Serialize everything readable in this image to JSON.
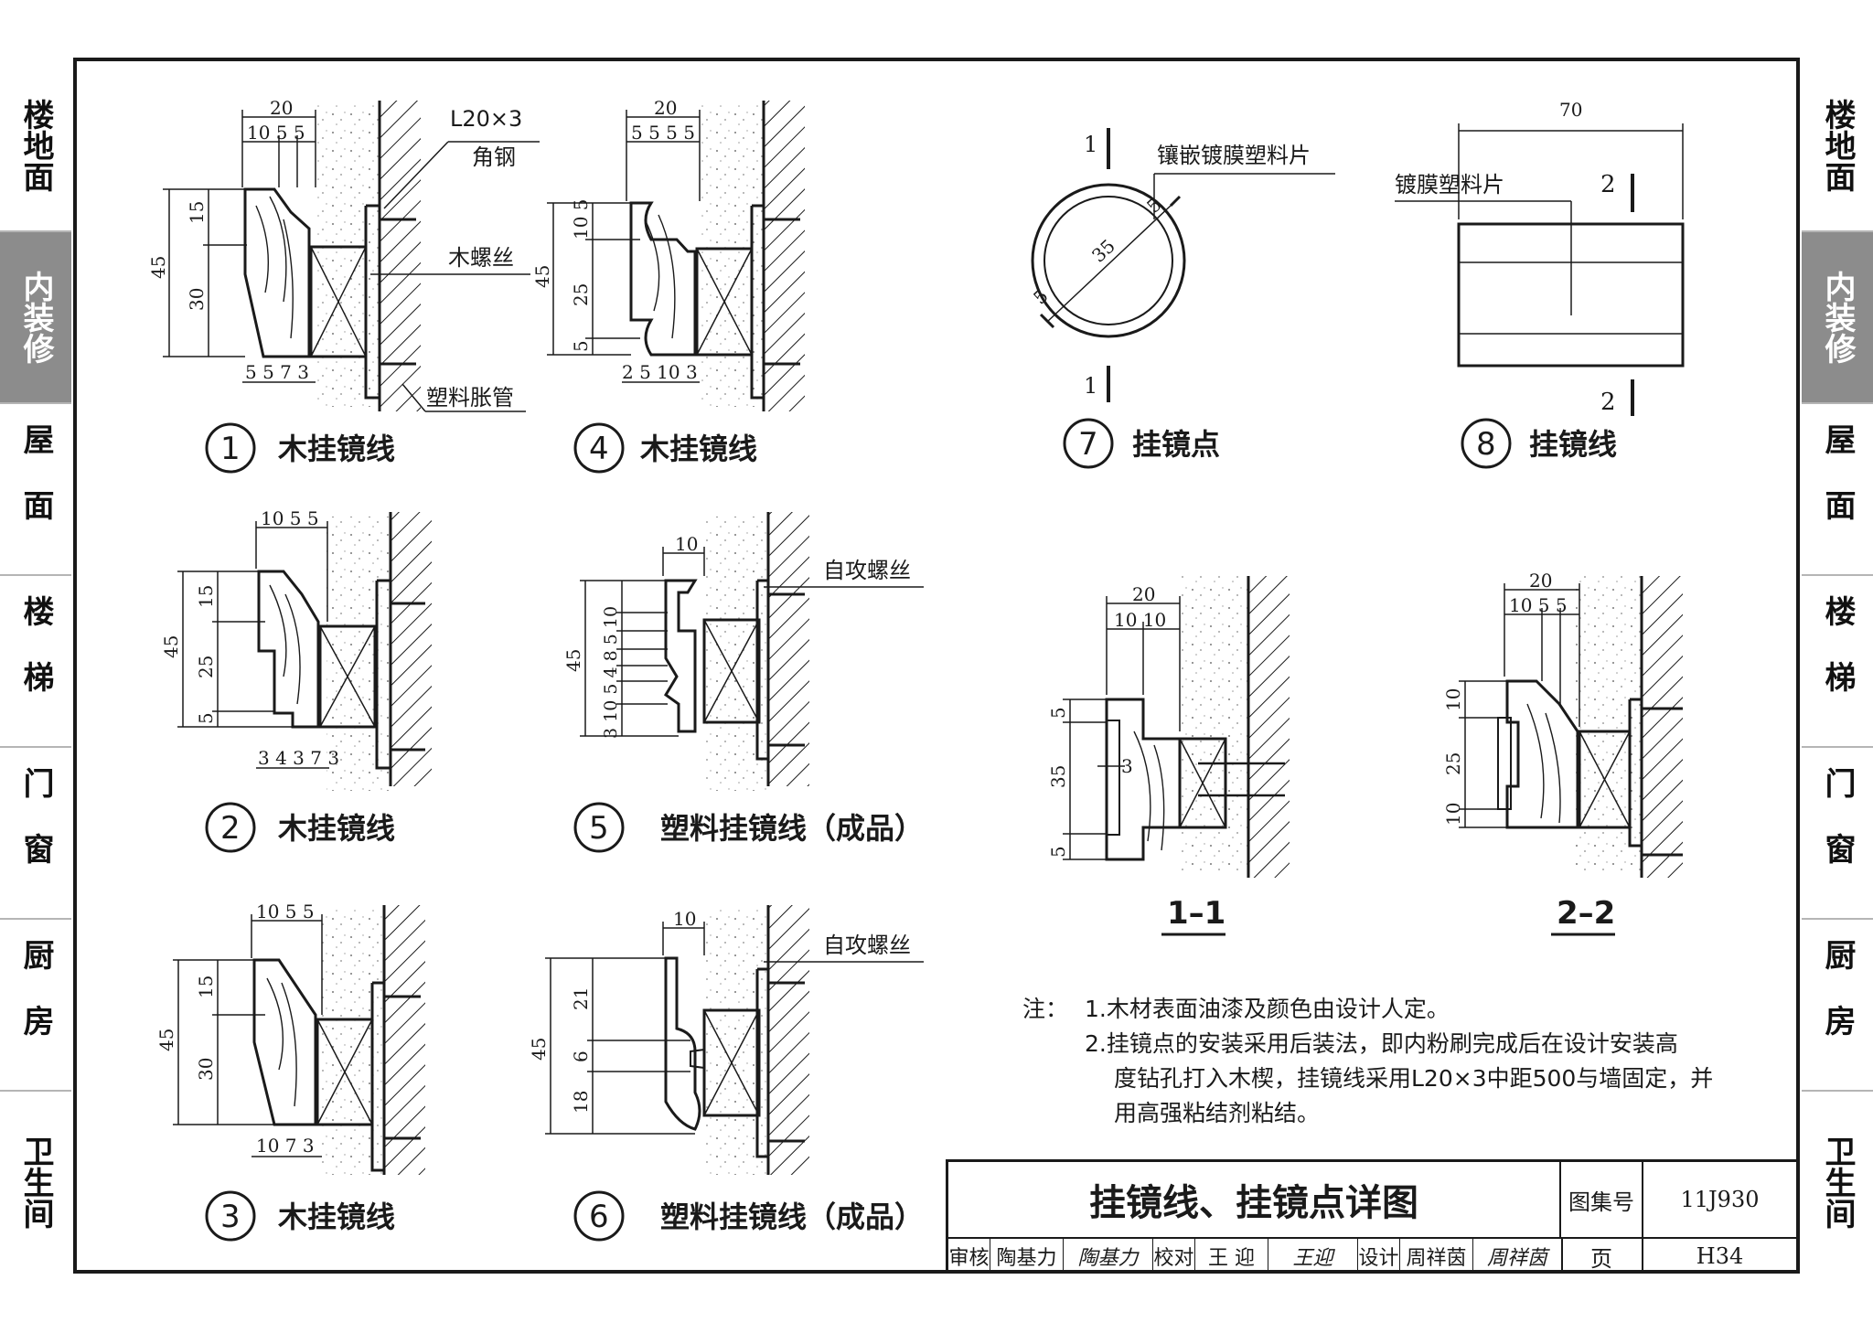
{
  "sidebar_left": [
    {
      "label": "楼地面",
      "active": false
    },
    {
      "label": "内装修",
      "active": true
    },
    {
      "label": "屋面",
      "active": false
    },
    {
      "label": "楼梯",
      "active": false
    },
    {
      "label": "门窗",
      "active": false
    },
    {
      "label": "厨房",
      "active": false
    },
    {
      "label": "卫生间",
      "active": false
    }
  ],
  "sidebar_right": [
    {
      "label": "楼地面",
      "active": false
    },
    {
      "label": "内装修",
      "active": true
    },
    {
      "label": "屋面",
      "active": false
    },
    {
      "label": "楼梯",
      "active": false
    },
    {
      "label": "门窗",
      "active": false
    },
    {
      "label": "厨房",
      "active": false
    },
    {
      "label": "卫生间",
      "active": false
    }
  ],
  "details": {
    "d1": {
      "num": "1",
      "caption": "木挂镜线",
      "dim_top": "20",
      "dim_top_split": "10 5 5",
      "dim_left_total": "45",
      "dim_left_a": "15",
      "dim_left_b": "30",
      "dim_bottom": "5 5 7 3"
    },
    "d2": {
      "num": "2",
      "caption": "木挂镜线",
      "dim_top_split": "10 5 5",
      "dim_left_total": "45",
      "dim_left_a": "15",
      "dim_left_b": "25",
      "dim_left_c": "5",
      "dim_bottom": "3 4 3 7 3"
    },
    "d3": {
      "num": "3",
      "caption": "木挂镜线",
      "dim_top_split": "10 5 5",
      "dim_left_total": "45",
      "dim_left_a": "15",
      "dim_left_b": "30",
      "dim_bottom": "10 7 3"
    },
    "d4": {
      "num": "4",
      "caption": "木挂镜线",
      "dim_top": "20",
      "dim_top_split": "5 5 5 5",
      "dim_left_total": "45",
      "dim_left_a": "10 5",
      "dim_left_b": "25",
      "dim_left_c": "5",
      "dim_bottom": "2 5 10 3"
    },
    "d5": {
      "num": "5",
      "caption": "塑料挂镜线（成品）",
      "dim_top": "10",
      "dim_left_total": "45",
      "dim_left_split": "3 10 5 4 8 5 10"
    },
    "d6": {
      "num": "6",
      "caption": "塑料挂镜线（成品）",
      "dim_top": "10",
      "dim_left_total": "45",
      "dim_left_a": "21",
      "dim_left_b": "6",
      "dim_left_c": "18"
    },
    "d7": {
      "num": "7",
      "caption": "挂镜点",
      "dim_dia": "35",
      "dim_ring": "5",
      "dim_ring2": "5",
      "section_mark": "1"
    },
    "d8": {
      "num": "8",
      "caption": "挂镜线",
      "dim_top": "70",
      "section_mark": "2"
    },
    "s11": {
      "caption": "1–1",
      "dim_top": "20",
      "dim_top_split": "10 10",
      "dim_left_a": "5",
      "dim_left_b": "35",
      "dim_left_c": "5",
      "dim_inner": "3"
    },
    "s22": {
      "caption": "2–2",
      "dim_top": "20",
      "dim_top_split": "10 5 5",
      "dim_left_a": "10",
      "dim_left_b": "25",
      "dim_left_c": "10"
    }
  },
  "labels": {
    "angle_steel": "L20×3",
    "angle_steel_2": "角钢",
    "wood_screw": "木螺丝",
    "plastic_anchor": "塑料胀管",
    "self_tapping_screw": "自攻螺丝",
    "inlay_film": "镶嵌镀膜塑料片",
    "film_sheet": "镀膜塑料片"
  },
  "notes": {
    "heading": "注：",
    "line1": "1.木材表面油漆及颜色由设计人定。",
    "line2a": "2.挂镜点的安装采用后装法，即内粉刷完成后在设计安装高",
    "line2b": "度钻孔打入木楔，挂镜线采用L20×3中距500与墙固定，并",
    "line2c": "用高强粘结剂粘结。"
  },
  "title_block": {
    "title": "挂镜线、挂镜点详图",
    "atlas_label": "图集号",
    "atlas_no": "11J930",
    "page_label": "页",
    "page_no": "H34",
    "review_label": "审核",
    "reviewer": "陶基力",
    "reviewer_sig": "陶基力",
    "check_label": "校对",
    "checker": "王 迎",
    "checker_sig": "王迎",
    "design_label": "设计",
    "designer": "周祥茵",
    "designer_sig": "周祥茵"
  },
  "colors": {
    "ink": "#1a1a1a",
    "tab_active": "#8c8c8c",
    "tab_divider": "#b5b5b5"
  }
}
